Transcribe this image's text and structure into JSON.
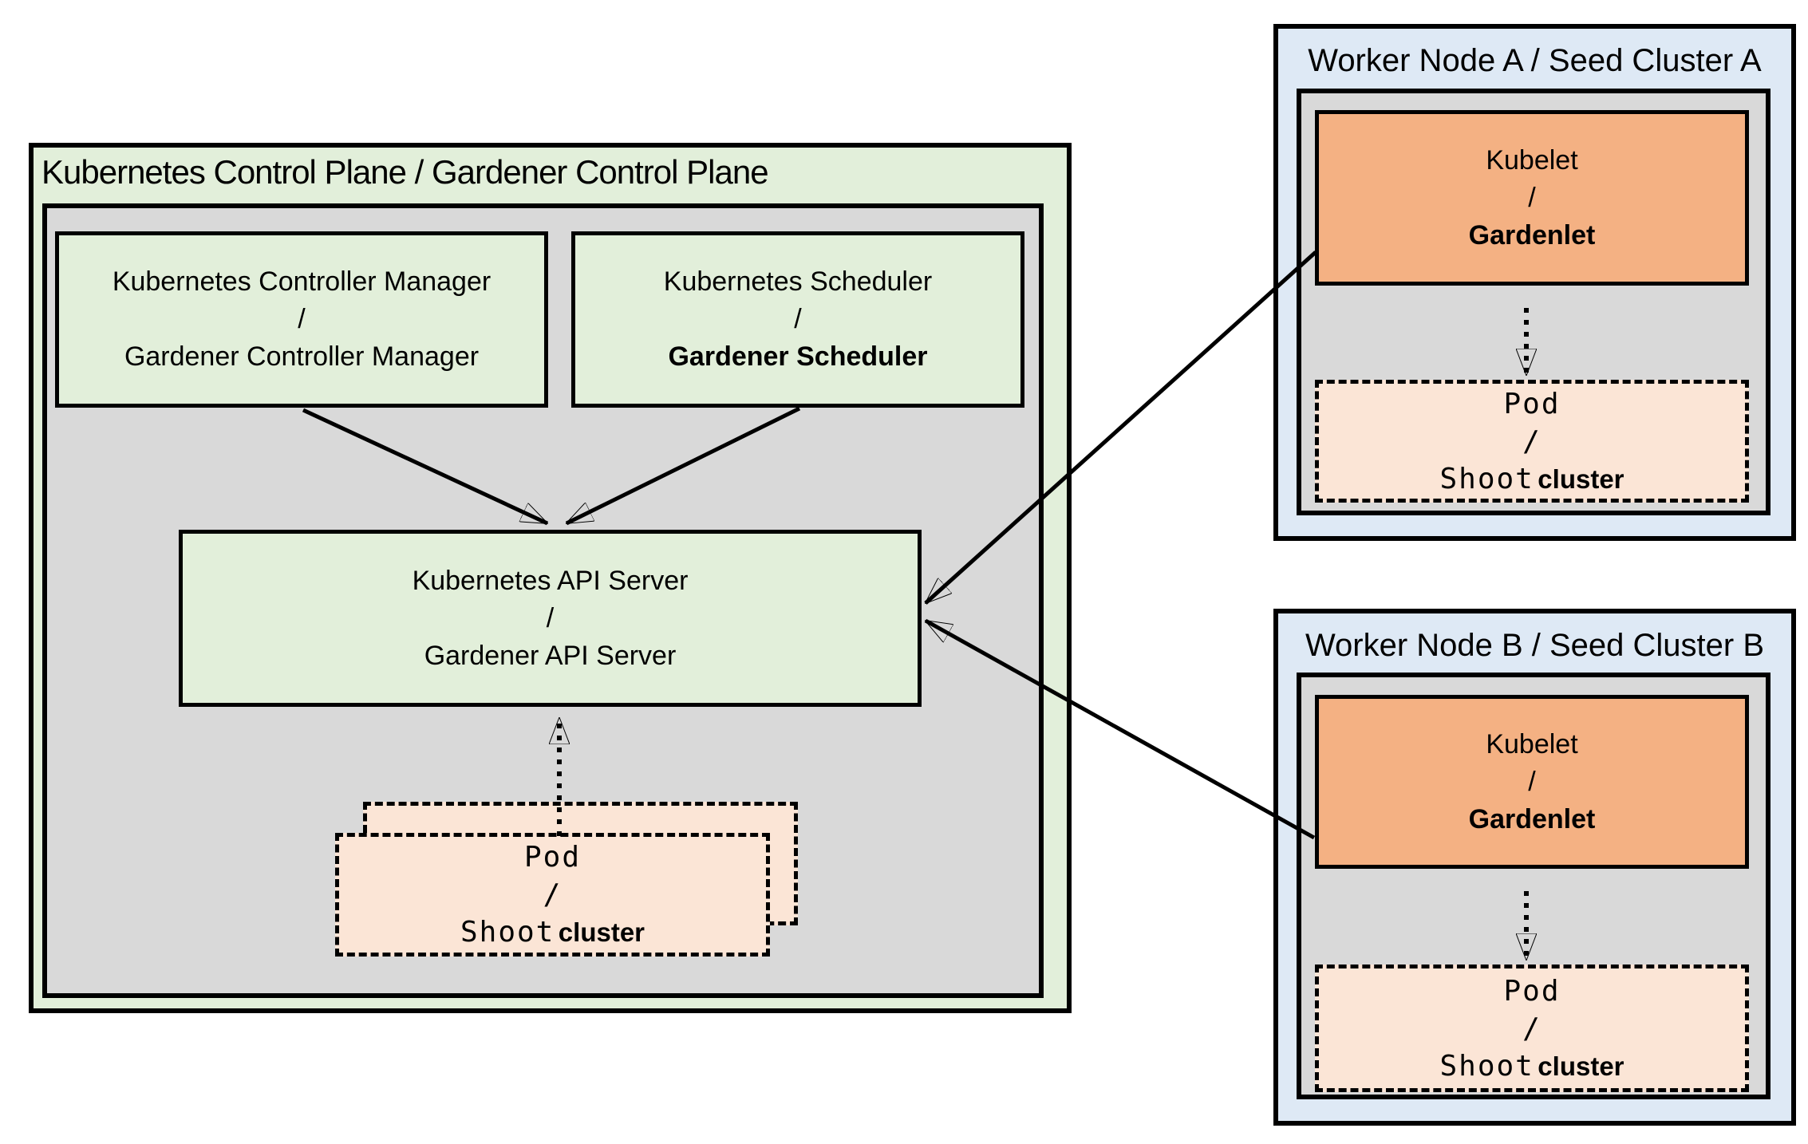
{
  "colors": {
    "green_fill": "#E2EFDA",
    "gray_fill": "#D9D9D9",
    "blue_fill": "#DEE9F5",
    "orange_fill": "#F4B183",
    "peach_fill": "#FBE5D6",
    "line": "#000000"
  },
  "control_plane": {
    "title": "Kubernetes Control Plane / Gardener Control Plane",
    "controller_manager": {
      "line1": "Kubernetes Controller Manager",
      "slash": "/",
      "line2": "Gardener Controller Manager"
    },
    "scheduler": {
      "line1": "Kubernetes Scheduler",
      "slash": "/",
      "line2": "Gardener Scheduler"
    },
    "api_server": {
      "line1": "Kubernetes API Server",
      "slash": "/",
      "line2": "Gardener API Server"
    },
    "pod": {
      "line1": "Pod",
      "slash": "/",
      "line2_mono": "Shoot",
      "line2_sans": "cluster"
    }
  },
  "worker_a": {
    "title": "Worker Node A / Seed Cluster A",
    "kubelet": {
      "line1": "Kubelet",
      "slash": "/",
      "line2": "Gardenlet"
    },
    "pod": {
      "line1": "Pod",
      "slash": "/",
      "line2_mono": "Shoot",
      "line2_sans": "cluster"
    }
  },
  "worker_b": {
    "title": "Worker Node B / Seed Cluster B",
    "kubelet": {
      "line1": "Kubelet",
      "slash": "/",
      "line2": "Gardenlet"
    },
    "pod": {
      "line1": "Pod",
      "slash": "/",
      "line2_mono": "Shoot",
      "line2_sans": "cluster"
    }
  }
}
